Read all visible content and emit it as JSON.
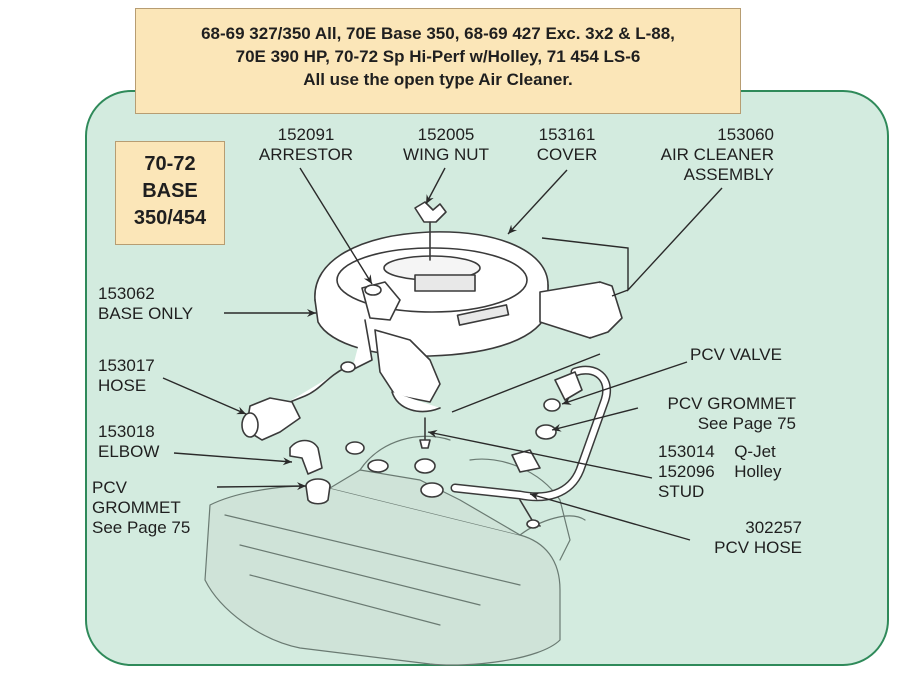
{
  "header": {
    "line1": "68-69 327/350 All, 70E Base 350, 68-69 427 Exc. 3x2 & L-88,",
    "line2": "70E 390 HP, 70-72 Sp Hi-Perf w/Holley, 71 454 LS-6",
    "line3": "All use the open type Air Cleaner."
  },
  "base_box": {
    "line1": "70-72",
    "line2": "BASE",
    "line3": "350/454"
  },
  "callouts": {
    "arrestor": {
      "part": "152091",
      "name": "ARRESTOR"
    },
    "wing_nut": {
      "part": "152005",
      "name": "WING NUT"
    },
    "cover": {
      "part": "153161",
      "name": "COVER"
    },
    "air_cleaner": {
      "part": "153060",
      "name": "AIR CLEANER",
      "name2": "ASSEMBLY"
    },
    "base_only": {
      "part": "153062",
      "name": "BASE ONLY"
    },
    "hose": {
      "part": "153017",
      "name": "HOSE"
    },
    "elbow": {
      "part": "153018",
      "name": "ELBOW"
    },
    "pcv_grommet_left": {
      "line1": "PCV",
      "line2": "GROMMET",
      "line3": "See Page 75"
    },
    "pcv_valve": {
      "name": "PCV VALVE"
    },
    "pcv_grommet_right": {
      "name": "PCV GROMMET",
      "note": "See Page 75"
    },
    "stud": {
      "qjet_part": "153014",
      "qjet_name": "Q-Jet",
      "holley_part": "152096",
      "holley_name": "Holley",
      "name": "STUD"
    },
    "pcv_hose": {
      "part": "302257",
      "name": "PCV HOSE"
    }
  },
  "colors": {
    "panel_fill": "#d3ebdf",
    "panel_border": "#2f8a5a",
    "label_box_fill": "#fbe6b8",
    "line_art": "#3a3a3a"
  }
}
